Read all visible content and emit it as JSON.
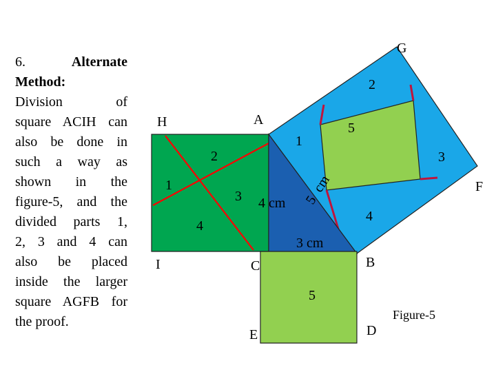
{
  "text": {
    "lines": [
      {
        "parts": [
          {
            "t": "6.",
            "b": false
          },
          {
            "t": "Alternate",
            "b": true
          }
        ]
      },
      {
        "parts": [
          {
            "t": "Method:",
            "b": true
          }
        ]
      },
      {
        "parts": [
          {
            "t": "Division",
            "b": false
          },
          {
            "t": "of",
            "b": false
          }
        ]
      },
      {
        "parts": [
          {
            "t": "square ACIH can",
            "b": false
          }
        ]
      },
      {
        "parts": [
          {
            "t": "also be done in",
            "b": false
          }
        ]
      },
      {
        "parts": [
          {
            "t": "such a way as",
            "b": false
          }
        ]
      },
      {
        "parts": [
          {
            "t": "shown in the",
            "b": false
          }
        ]
      },
      {
        "parts": [
          {
            "t": "figure-5, and the",
            "b": false
          }
        ]
      },
      {
        "parts": [
          {
            "t": "divided parts 1,",
            "b": false
          }
        ]
      },
      {
        "parts": [
          {
            "t": "2, 3 and 4 can",
            "b": false
          }
        ]
      },
      {
        "parts": [
          {
            "t": "also be placed",
            "b": false
          }
        ]
      },
      {
        "parts": [
          {
            "t": "inside the larger",
            "b": false
          }
        ]
      },
      {
        "parts": [
          {
            "t": "square AGFB for",
            "b": false
          }
        ]
      },
      {
        "parts": [
          {
            "t": "the proof.",
            "b": false
          }
        ]
      }
    ]
  },
  "figure": {
    "caption": "Figure-5",
    "vertices": {
      "A": "A",
      "B": "B",
      "C": "C",
      "D": "D",
      "E": "E",
      "F": "F",
      "G": "G",
      "H": "H",
      "I": "I"
    },
    "triangle_labels": {
      "hypotenuse": "5",
      "hyp_unit": "cm",
      "vertical_leg": "4 cm",
      "horizontal_leg": "3 cm"
    },
    "small_square_labels": {
      "three": "3",
      "five": "5"
    },
    "large_square_labels": {
      "two": "2",
      "five": "5",
      "three": "3",
      "four": "4"
    },
    "small_square_part_labels": {
      "one": "1",
      "two": "2",
      "three": "3",
      "four": "4"
    },
    "hyp_square_part_label": "1",
    "colors": {
      "large_square": "#1aa7e8",
      "inner_square": "#92d050",
      "small_square": "#00a650",
      "bottom_square": "#92d050",
      "triangle": "#1b5fb0",
      "cut_lines": "#ff0000",
      "cut_lines_dark": "#c0143c",
      "outline": "#222222"
    }
  }
}
